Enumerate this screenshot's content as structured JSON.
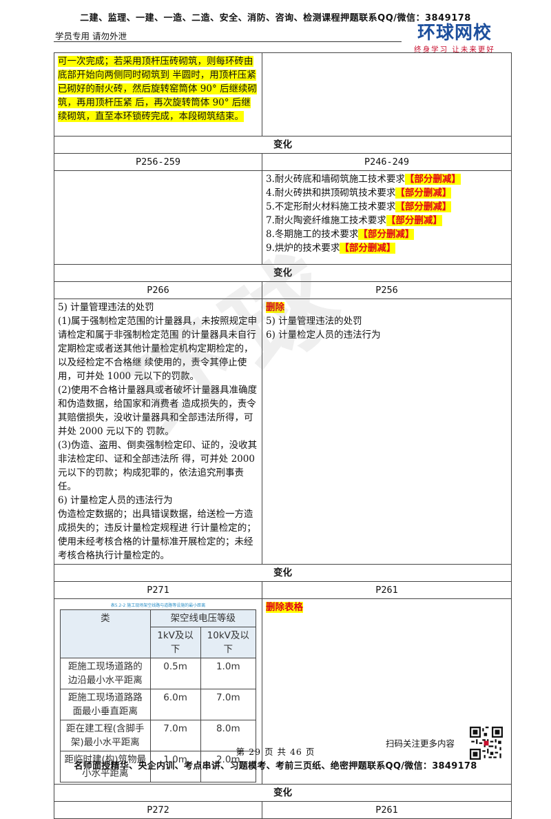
{
  "header": {
    "top_line": "二建、监理、一建、一造、二造、安全、消防、咨询、检测课程押题联系QQ/微信：3849178",
    "sub_left": "学员专用 请勿外泄",
    "brand_name": "环球网校",
    "brand_slogan": "终身学习 让未来更好"
  },
  "table": {
    "row1_left": "可一次完成；若采用顶杆压砖砌筑，则每环砖由底部开始向两侧同时砌筑到 半圆时，用顶杆压紧已砌好的耐火砖，然后旋转窑筒体 90° 后继续砌筑，再用顶杆压紧 后，再次旋转筒体 90° 后继续砌筑，直至本环锁砖完成，本段砌筑结束。",
    "band1": "变化",
    "p1_left": "P256-259",
    "p1_right": "P246-249",
    "list1": [
      {
        "text": "3.耐火砖底和墙砌筑施工技术要求",
        "tag": "【部分删减】"
      },
      {
        "text": "4.耐火砖拱和拱顶砌筑技术要求",
        "tag": "【部分删减】"
      },
      {
        "text": "5.不定形耐火材料施工技术要求",
        "tag": "【部分删减】"
      },
      {
        "text": "7.耐火陶瓷纤维施工技术要求",
        "tag": "【部分删减】"
      },
      {
        "text": "8.冬期施工的技术要求",
        "tag": "【部分删减】"
      },
      {
        "text": "9.烘炉的技术要求",
        "tag": "【部分删减】"
      }
    ],
    "band2": "变化",
    "p2_left": "P266",
    "p2_right": "P256",
    "left2": [
      "5) 计量管理违法的处罚",
      "(1)属于强制检定范围的计量器具，未按照规定申请检定和属于非强制检定范围 的计量器具未自行定期检定或者送其他计量检定机构定期检定的，以及经检定不合格继 续使用的，责令其停止使用，可并处 1000 元以下的罚款。",
      "(2)使用不合格计量器具或者破坏计量器具准确度和伪造数据，给国家和消费者 造成损失的，责令其赔偿损失，没收计量器具和全部违法所得，可并处 2000 元以下的 罚款。",
      "(3)伪造、盗用、倒卖强制检定印、证的，没收其非法检定印、证和全部违法所 得，可并处 2000 元以下的罚款；构成犯罪的，依法追究刑事责任。",
      "6) 计量检定人员的违法行为",
      "伪造检定数据的；出具错误数据，给送检一方造成损失的；违反计量检定规程进 行计量检定的；使用未经考核合格的计量标准开展检定的；未经考核合格执行计量检定的。"
    ],
    "right2_tag": "删除",
    "right2": [
      "5) 计量管理违法的处罚",
      "6) 计量检定人员的违法行为"
    ],
    "band3": "变化",
    "p3_left": "P271",
    "p3_right": "P261",
    "right3_tag": "删除表格",
    "mini_table": {
      "title": "表5.2-2  施工现场架空线路与道路等设施的最小距离",
      "col_head": "架空线电压等级",
      "first_head": "类",
      "sub_heads": [
        "1kV及以下",
        "10kV及以下"
      ],
      "rows": [
        [
          "距施工现场道路的边沿最小水平距离",
          "0.5m",
          "1.0m"
        ],
        [
          "距施工现场道路路面最小垂直距离",
          "6.0m",
          "7.0m"
        ],
        [
          "距在建工程(含脚手架)最小水平距离",
          "7.0m",
          "8.0m"
        ],
        [
          "距临时建(构)筑物最小水平距离",
          "1.0m",
          "2.0m"
        ]
      ]
    },
    "band4": "变化",
    "p4_left": "P272",
    "p4_right": "P261"
  },
  "footer": {
    "scan_text": "扫码关注更多内容",
    "page_num": "第 29 页 共 46 页",
    "bottom_line": "名师面授精华、央企内训、考点串讲、习题模考、考前三页纸、绝密押题联系QQ/微信：3849178"
  }
}
